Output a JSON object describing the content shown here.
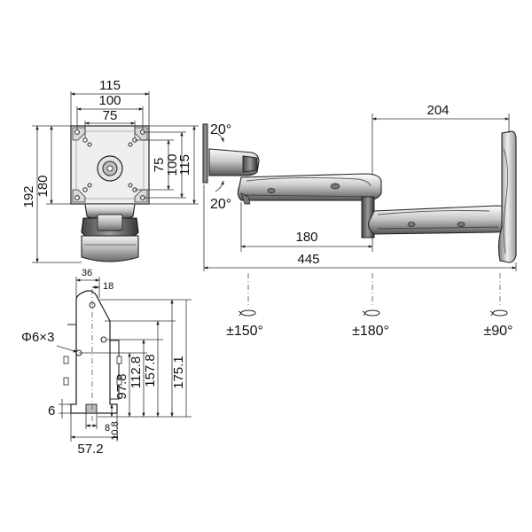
{
  "dimensions": {
    "plate_width_outer": "115",
    "plate_width_mid": "100",
    "plate_width_inner": "75",
    "plate_height_inner": "75",
    "plate_height_mid": "100",
    "plate_height_outer": "115",
    "total_height": "192",
    "plate_height": "180",
    "wall_width": "36",
    "wall_offset": "18",
    "hole_spec": "Φ6×3",
    "hole_dia": "6",
    "v_97_8": "97.8",
    "v_112_8": "112.8",
    "v_157_8": "157.8",
    "v_175_1": "175.1",
    "v_10_8": "10.8",
    "v_8": "8",
    "base_width": "57.2",
    "tilt_up": "20°",
    "tilt_down": "20°",
    "arm_depth": "204",
    "arm_mid": "180",
    "arm_total": "445"
  },
  "rotations": {
    "head": "±150°",
    "elbow": "±180°",
    "wall": "±90°"
  }
}
